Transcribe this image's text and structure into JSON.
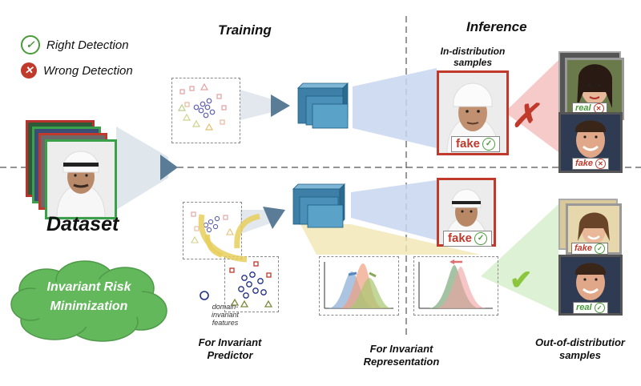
{
  "legend": {
    "right_label": "Right Detection",
    "wrong_label": "Wrong Detection"
  },
  "headers": {
    "training": "Training",
    "inference": "Inference"
  },
  "labels": {
    "dataset": "Dataset",
    "irm_line1": "Invariant Risk",
    "irm_line2": "Minimization",
    "in_dist_line1": "In-distribution",
    "in_dist_line2": "samples",
    "ood_line1": "Out-of-distributior",
    "ood_line2": "samples",
    "inv_pred_line1": "For Invariant",
    "inv_pred_line2": "Predictor",
    "inv_rep_line1": "For Invariant",
    "inv_rep_line2": "Representation",
    "domain_inv_line1": "domain-",
    "domain_inv_line2": "invariant",
    "domain_inv_line3": "features"
  },
  "tags": {
    "fake_top": "fake",
    "fake_bottom": "fake",
    "real_a": "real",
    "fake_b": "fake",
    "fake_c": "fake",
    "real_d": "real"
  },
  "colors": {
    "accent_red": "#c0392b",
    "accent_green": "#4a9a3a",
    "network_blue": "#3d7fa6",
    "cloud_green": "#63b85c"
  }
}
